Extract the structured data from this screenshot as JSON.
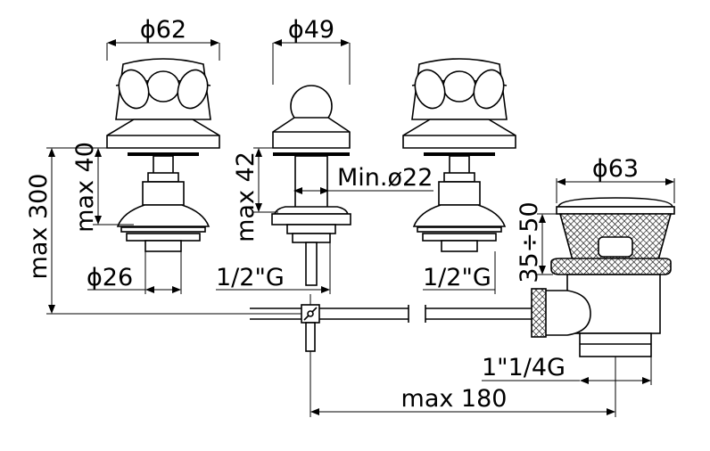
{
  "dimensions": {
    "handle_left_diameter": "ϕ62",
    "spout_diameter": "ϕ49",
    "waste_diameter": "ϕ63",
    "max_40": "max 40",
    "max_42": "max 42",
    "max_300": "max 300",
    "min_hole": "Min.ø22",
    "hole_diameter": "ϕ26",
    "thread_left": "1/2\"G",
    "thread_right": "1/2\"G",
    "waste_range": "35÷50",
    "waste_thread": "1\"1/4G",
    "max_180": "max 180"
  }
}
